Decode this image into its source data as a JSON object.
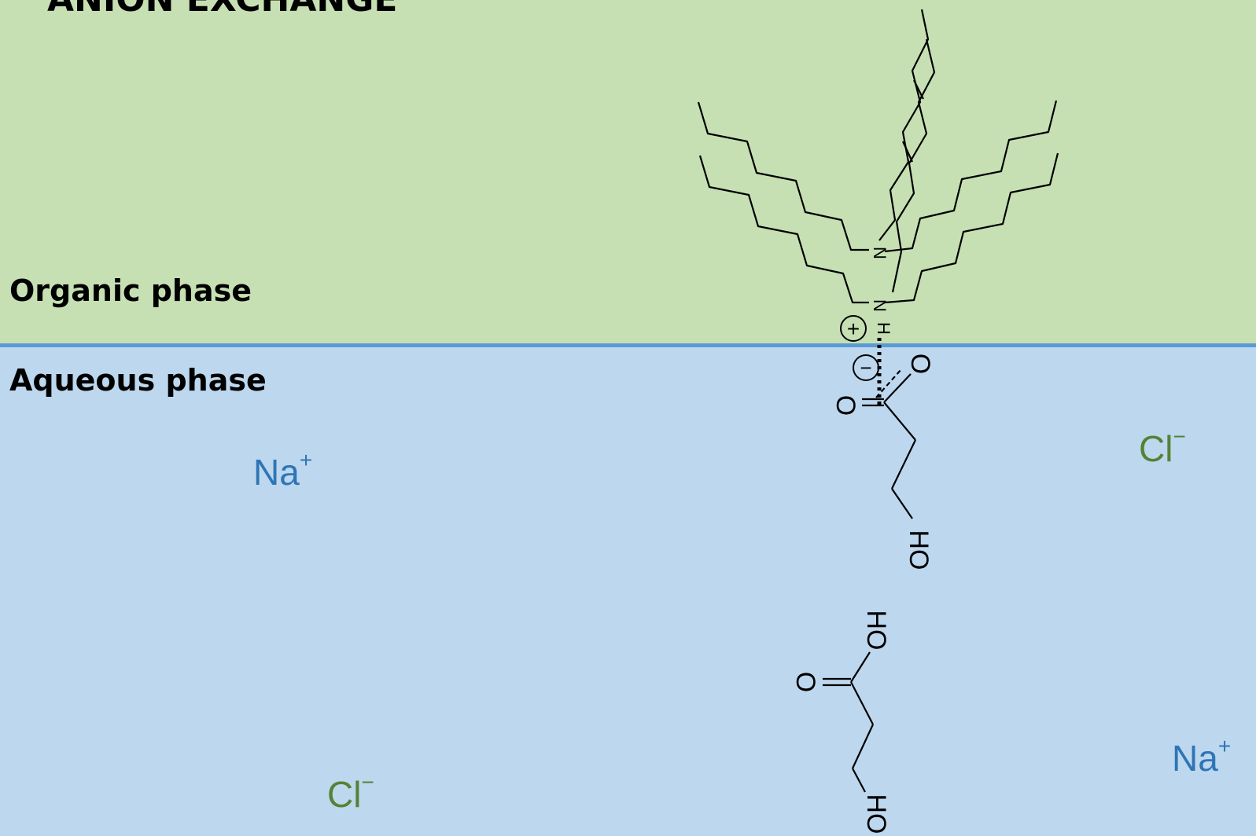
{
  "title": "ANION EXCHANGE",
  "phases": {
    "organic": {
      "label": "Organic phase",
      "color": "#c6e0b4"
    },
    "aqueous": {
      "label": "Aqueous phase",
      "color": "#bdd7ee"
    },
    "interface_color": "#5b9bd5"
  },
  "ions": {
    "na": {
      "symbol": "Na",
      "charge": "+",
      "color": "#2e75b6"
    },
    "cl": {
      "symbol": "Cl",
      "charge": "−",
      "color": "#548235"
    }
  },
  "molecule_labels": {
    "nitrogen": "N",
    "hydrogen": "H",
    "oxygen": "O",
    "hydroxyl": "HO",
    "positive": "+",
    "negative": "−"
  }
}
